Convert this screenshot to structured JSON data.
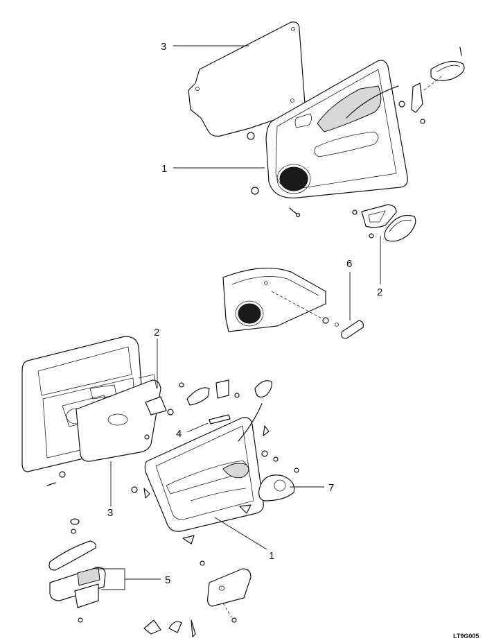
{
  "callouts": [
    {
      "id": "a",
      "text": "3"
    },
    {
      "id": "b",
      "text": "1"
    },
    {
      "id": "c",
      "text": "2"
    },
    {
      "id": "d",
      "text": "6"
    },
    {
      "id": "e",
      "text": "2"
    },
    {
      "id": "f",
      "text": "4"
    },
    {
      "id": "g",
      "text": "3"
    },
    {
      "id": "h",
      "text": "7"
    },
    {
      "id": "i",
      "text": "1"
    },
    {
      "id": "j",
      "text": "5"
    }
  ],
  "figure_code": "LT9G005"
}
